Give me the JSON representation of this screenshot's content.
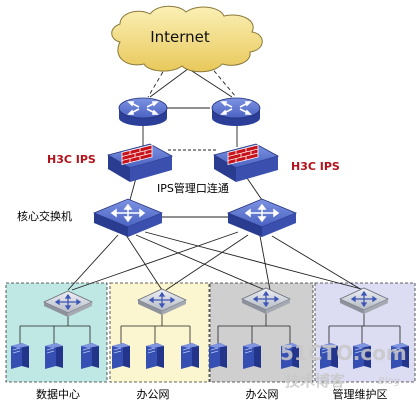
{
  "internet": {
    "label": "Internet"
  },
  "ips": {
    "left_label": "H3C IPS",
    "right_label": "H3C IPS",
    "link_label": "IPS管理口连通"
  },
  "core": {
    "label": "核心交换机"
  },
  "zones": [
    {
      "label": "数据中心",
      "color": "#bfe8e4"
    },
    {
      "label": "办公网",
      "color": "#fbf6cf"
    },
    {
      "label": "办公网",
      "color": "#cfcfcf"
    },
    {
      "label": "管理维护区",
      "color": "#dcdcf2"
    }
  ],
  "watermark": {
    "brand": "51CTO.com",
    "cn": "技术博客",
    "blog": "Blog"
  },
  "colors": {
    "device_blue": "#3e56b5",
    "ips_red": "#c8121a",
    "cloud": "#f5e08a"
  }
}
